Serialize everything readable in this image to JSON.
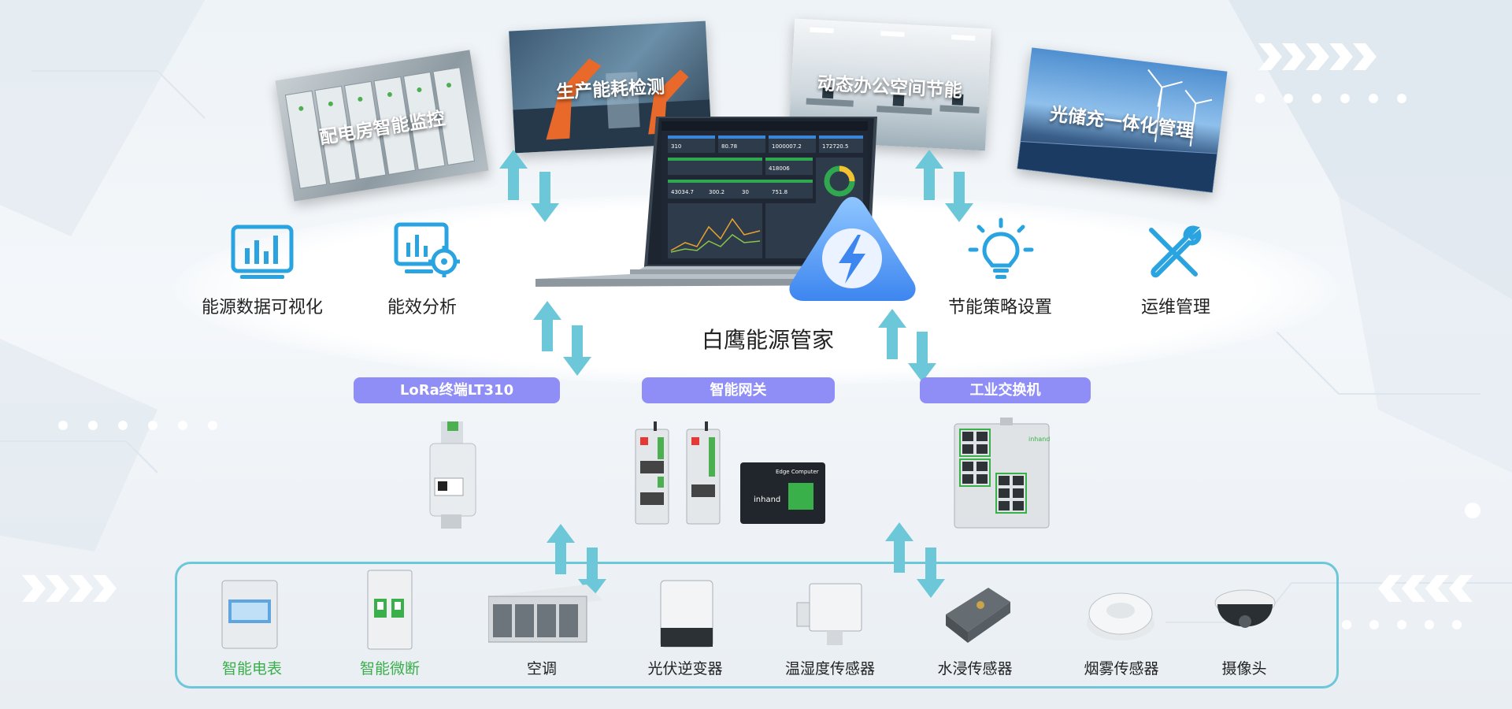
{
  "scenes": [
    {
      "label": "配电房智能监控"
    },
    {
      "label": "生产能耗检测"
    },
    {
      "label": "动态办公空间节能"
    },
    {
      "label": "光储充一体化管理"
    }
  ],
  "features_left": [
    {
      "label": "能源数据可视化",
      "icon": "bar-chart-monitor-icon"
    },
    {
      "label": "能效分析",
      "icon": "monitor-gear-icon"
    }
  ],
  "features_right": [
    {
      "label": "节能策略设置",
      "icon": "lightbulb-icon"
    },
    {
      "label": "运维管理",
      "icon": "tools-icon"
    }
  ],
  "platform": {
    "title": "白鹰能源管家",
    "dashboard": {
      "stats": [
        "310",
        "80.78",
        "1000007.2",
        "172720.5",
        "418006",
        "43034.7",
        "300.2",
        "30",
        "751.8"
      ]
    }
  },
  "gateways": [
    {
      "label": "LoRa终端LT310"
    },
    {
      "label": "智能网关"
    },
    {
      "label": "工业交换机"
    }
  ],
  "gateway_texts": {
    "brand": "inhand",
    "edge": "Edge Computer"
  },
  "devices": [
    {
      "label": "智能电表",
      "green": true
    },
    {
      "label": "智能微断",
      "green": true
    },
    {
      "label": "空调",
      "green": false
    },
    {
      "label": "光伏逆变器",
      "green": false
    },
    {
      "label": "温湿度传感器",
      "green": false
    },
    {
      "label": "水浸传感器",
      "green": false
    },
    {
      "label": "烟雾传感器",
      "green": false
    },
    {
      "label": "摄像头",
      "green": false
    }
  ],
  "colors": {
    "pill": "#8f8ef7",
    "arrow": "#6cc8d8",
    "icon_blue": "#29a4e0",
    "green": "#3aae4b",
    "box": "#6cc8d8"
  }
}
